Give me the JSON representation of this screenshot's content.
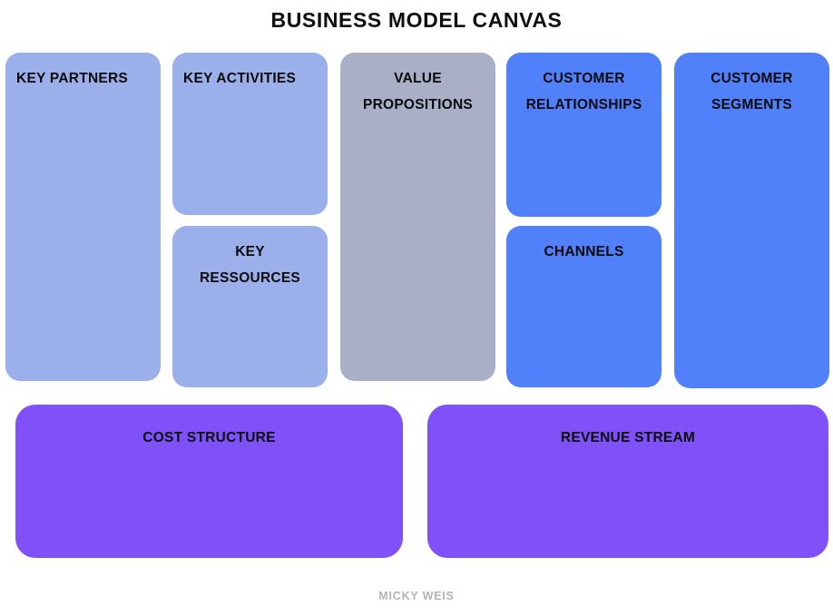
{
  "page": {
    "title": "BUSINESS MODEL CANVAS",
    "footer_credit": "MICKY WEIS",
    "background_color": "#ffffff",
    "text_color": "#100f0f",
    "footer_color": "#b4b4b4"
  },
  "palette": {
    "periwinkle": "#9bb0eb",
    "gray_steel": "#a8afc6",
    "royal_blue": "#5180fb",
    "purple": "#8050f8"
  },
  "blocks": [
    {
      "id": "key-partners",
      "label": "KEY PARTNERS",
      "color": "#9bb0eb",
      "align": "left",
      "column": 1,
      "row": "top",
      "content": ""
    },
    {
      "id": "key-activities",
      "label": "KEY ACTIVITIES",
      "color": "#9bb0eb",
      "align": "left",
      "column": 2,
      "row": "top",
      "content": ""
    },
    {
      "id": "key-ressources",
      "label": "KEY\nRESSOURCES",
      "color": "#9bb0eb",
      "align": "center",
      "column": 2,
      "row": "bottom",
      "content": ""
    },
    {
      "id": "value-propositions",
      "label": "VALUE\nPROPOSITIONS",
      "color": "#a8afc6",
      "align": "center",
      "column": 3,
      "row": "top",
      "content": ""
    },
    {
      "id": "customer-relationships",
      "label": "CUSTOMER\nRELATIONSHIPS",
      "color": "#5180fb",
      "align": "center",
      "column": 4,
      "row": "top",
      "content": ""
    },
    {
      "id": "channels",
      "label": "CHANNELS",
      "color": "#5180fb",
      "align": "center",
      "column": 4,
      "row": "bottom",
      "content": ""
    },
    {
      "id": "customer-segments",
      "label": "CUSTOMER\nSEGMENTS",
      "color": "#5180fb",
      "align": "center",
      "column": 5,
      "row": "top",
      "content": ""
    },
    {
      "id": "cost-structure",
      "label": "COST STRUCTURE",
      "color": "#8050f8",
      "align": "center",
      "column": 1,
      "row": "footer",
      "content": ""
    },
    {
      "id": "revenue-stream",
      "label": "REVENUE STREAM",
      "color": "#8050f8",
      "align": "center",
      "column": 2,
      "row": "footer",
      "content": ""
    }
  ]
}
